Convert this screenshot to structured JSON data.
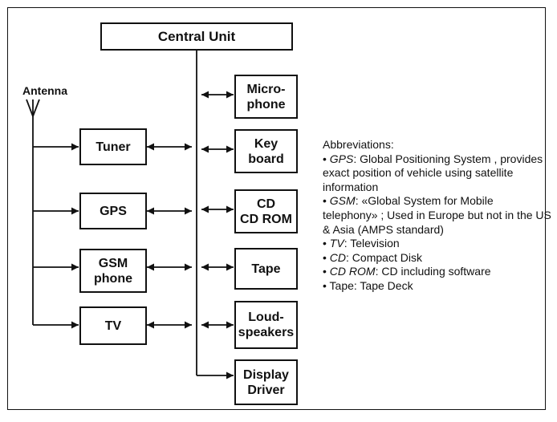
{
  "central_unit": "Central Unit",
  "antenna": "Antenna",
  "left_blocks": [
    "Tuner",
    "GPS",
    "GSM\nphone",
    "TV"
  ],
  "right_blocks": [
    "Micro-\nphone",
    "Key\nboard",
    "CD\nCD ROM",
    "Tape",
    "Loud-\nspeakers",
    "Display\nDriver"
  ],
  "abbreviations": {
    "title": "Abbreviations:",
    "gps_term": "GPS",
    "gps_text": ": Global Positioning System , provides exact position of vehicle using satellite information",
    "gsm_term": "GSM",
    "gsm_text": ": «Global System for Mobile telephony» ; Used in Europe but not in the US & Asia (AMPS standard)",
    "tv_term": "TV",
    "tv_text": ": Television",
    "cd_term": "CD",
    "cd_text": ": Compact Disk",
    "cdrom_term": "CD ROM",
    "cdrom_text": ": CD including software",
    "tape_text": "Tape: Tape Deck"
  }
}
